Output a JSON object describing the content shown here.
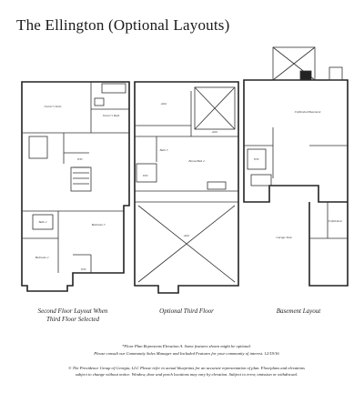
{
  "title": "The Ellington (Optional Layouts)",
  "captions": {
    "second_floor_line1": "Second Floor Layout When",
    "second_floor_line2": "Third Floor Selected",
    "third_floor": "Optional Third Floor",
    "basement": "Basement Layout"
  },
  "notes": {
    "line1": "*Floor Plan Represents Elevation A. Some features shown might be optional.",
    "line2": "Please consult our Community Sales Manager and Included Features for your community of interest. 12/19/16",
    "line3": "© The Providence Group of Georgia, LLC Please refer to actual blueprints for an accurate representation of plan. Floorplans and elevations",
    "line4": "subject to change without notice. Window, door and porch locations may vary by elevation. Subject to error, omission or withdrawal."
  },
  "rooms": {
    "owners_suite": "Owner's Suite",
    "owners_bath": "Owner's Bath",
    "wic": "WIC",
    "bath2": "Bath 2",
    "bedroom2": "Bedroom 2",
    "bedroom3": "Bedroom 3",
    "attic": "Attic",
    "bath3": "Bath 3",
    "bonus": "Bonus/Bed 4",
    "unfinished_basement": "Unfinished Basement",
    "unfinished": "Unfinished",
    "garage": "Garage Slab"
  }
}
